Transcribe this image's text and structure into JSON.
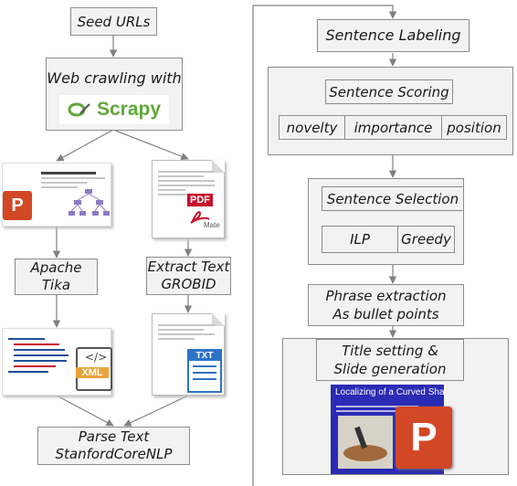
{
  "left": {
    "seed_urls": "Seed URLs",
    "web_crawling": "Web crawling with",
    "scrapy_logo_text": "Scrapy",
    "apache": [
      "Apache",
      "Tika"
    ],
    "extract_text": [
      "Extract Text",
      "GROBID"
    ],
    "parse_text": [
      "Parse Text",
      "StanfordCoreNLP"
    ],
    "pdf_label": "PDF",
    "txt_label": "TXT",
    "xml_label": "XML",
    "mate_label": "Mate"
  },
  "right": {
    "sentence_labeling": "Sentence Labeling",
    "sentence_scoring": "Sentence Scoring",
    "features": [
      "novelty",
      "importance",
      "position"
    ],
    "sentence_selection": "Sentence Selection",
    "selection_methods": [
      "ILP",
      "Greedy"
    ],
    "phrase_extraction": [
      "Phrase extraction",
      "As bullet points"
    ],
    "title_setting": [
      "Title setting &",
      "Slide generation"
    ],
    "slide_title": "Localizing of a Curved Shape"
  },
  "colors": {
    "box_fill": "#f2f2f2",
    "box_border": "#8c8c8c",
    "arrow": "#808080",
    "powerpoint": "#d24726",
    "pdf": "#c8102e",
    "scrapy_green": "#60a839",
    "slide_bg": "#2a2ab4"
  }
}
